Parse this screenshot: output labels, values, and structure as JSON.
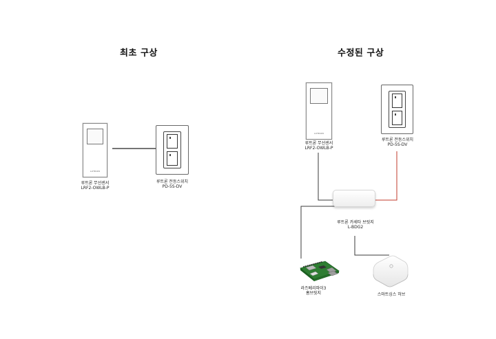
{
  "left": {
    "title": "최초 구상",
    "sensor_label_1": "루트론 무선센서",
    "sensor_label_2": "LRF2-OWLB-P",
    "sensor_logo": "LUTRON",
    "switch_label_1": "루트론 전등스위치",
    "switch_label_2": "PD-5S-DV"
  },
  "right": {
    "title": "수정된 구상",
    "sensor_label_1": "루트론 무선센서",
    "sensor_label_2": "LRF2-OWLB-P",
    "sensor_logo": "LUTRON",
    "switch_label_1": "루트론 전등스위치",
    "switch_label_2": "PD-5S-DV",
    "bridge_label_1": "루트론 카세타 브릿지",
    "bridge_label_2": "L-BDG2",
    "pi_label_1": "라즈베리파이3",
    "pi_label_2": "홈브릿지",
    "hub_label": "스마트싱스 허브"
  },
  "colors": {
    "wire_dark": "#3a3a3a",
    "wire_red": "#c0392b",
    "link_line": "#222222"
  }
}
